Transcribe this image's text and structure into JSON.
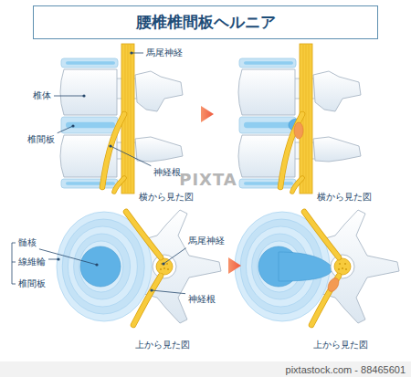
{
  "diagram": {
    "title": "腰椎椎間板ヘルニア",
    "labels": [
      "馬尾神経",
      "椎体",
      "椎間板",
      "神経根",
      "横から見た図",
      "横から見た図",
      "髄核",
      "線維輪",
      "椎間板",
      "馬尾神経",
      "神経根",
      "上から見た図",
      "上から見た図",
      "PIXTA",
      "pixtastock.com - 88465601"
    ]
  }
}
